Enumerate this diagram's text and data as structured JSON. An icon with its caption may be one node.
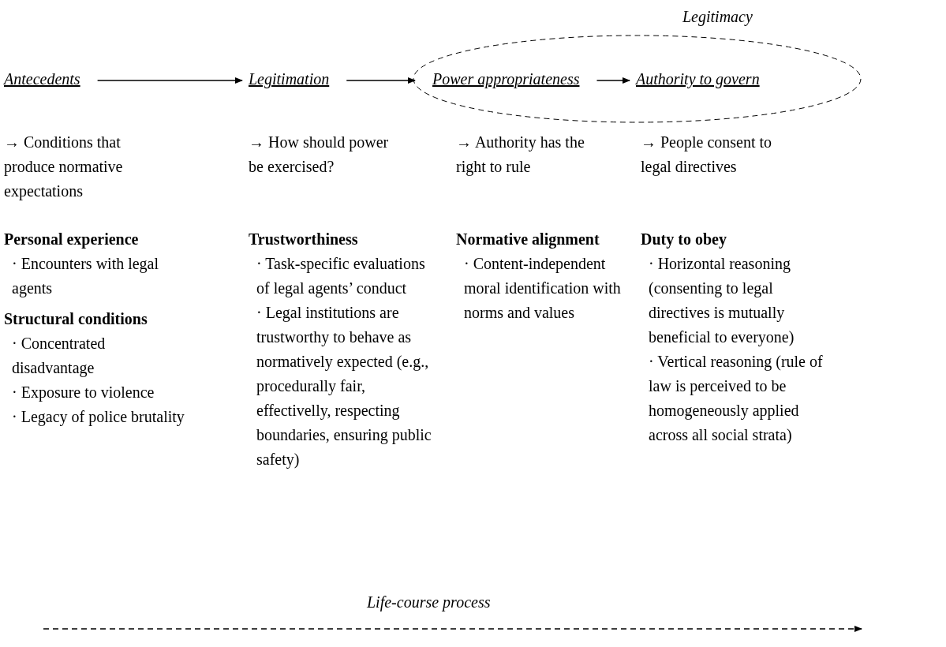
{
  "diagram": {
    "nodes": [
      {
        "text": [
          "Antecedents"
        ],
        "beside": [
          "→ Conditions that produce normative expectations"
        ]
      },
      {
        "text": [
          "Legitimation"
        ],
        "beside": [
          "→ How should power be exercised?"
        ]
      },
      {
        "text": [
          "Legitimacy"
        ]
      },
      {
        "text": [
          "Power appropriateness"
        ],
        "in": 2,
        "beside": [
          "→ Authority has the right to rule"
        ]
      },
      {
        "text": [
          "Authority to govern"
        ],
        "in": 2,
        "beside": [
          "→ People consent to legal directives"
        ]
      }
    ],
    "edges": [
      {
        "from": 0,
        "to": 1,
        "arrow": "to"
      },
      {
        "from": 1,
        "to": 2,
        "arrow": "to"
      },
      {
        "from": 3,
        "to": 4,
        "arrow": "to"
      }
    ],
    "labels": [
      "Personal experience",
      "· Encounters with legal agents",
      "Structural conditions",
      "· Concentrated disadvantage",
      "· Exposure to violence",
      "· Legacy of police brutality",
      "Trustworthiness",
      "· Task-specific evaluations of legal agents’ conduct",
      "· Legal institutions are trustworthy to behave as normatively expected (e.g., procedurally fair, effectivelly, respecting boundaries, ensuring public safety)",
      "Normative alignment",
      "· Content-independent moral identification with norms and values",
      "Duty to obey",
      "· Horizontal reasoning (consenting to legal directives is mutually beneficial to everyone)",
      "· Vertical reasoning (rule of law is perceived to be homogeneously applied across all social strata)",
      "Life-course process"
    ]
  }
}
